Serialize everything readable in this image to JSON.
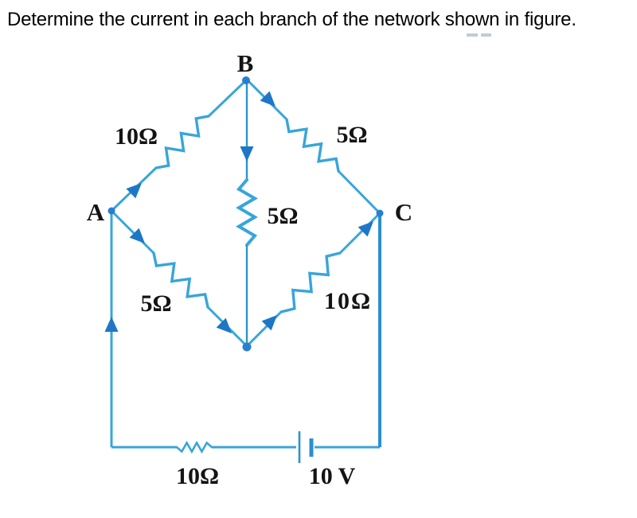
{
  "title": "Determine the current in each branch of the network shown in figure.",
  "circuit": {
    "node_labels": {
      "a": "A",
      "b": "B",
      "c": "C"
    },
    "resistor_labels": {
      "ab": "10Ω",
      "bc": "5Ω",
      "bd": "5Ω",
      "ad": "5Ω",
      "dc": "10Ω",
      "series": "10Ω"
    },
    "battery_label": "10 V",
    "colors": {
      "wire": "#38a5da",
      "wire_dark": "#2b8fd0",
      "arrow": "#1e77c6",
      "node": "#2a7ed0",
      "label": "#141414"
    }
  }
}
